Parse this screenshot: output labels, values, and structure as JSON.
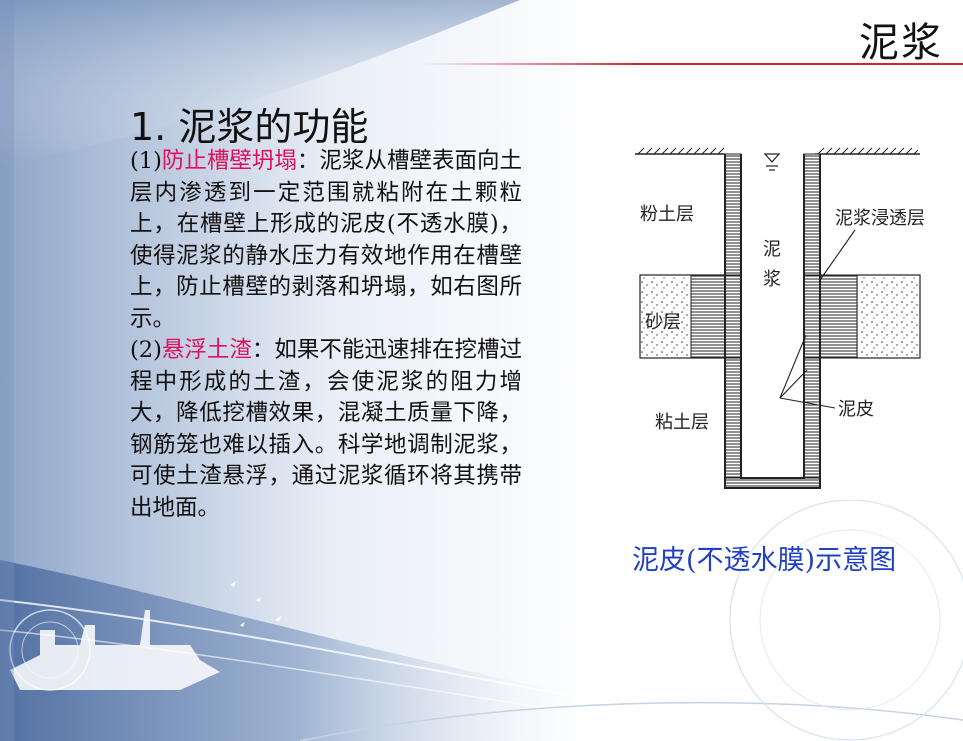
{
  "header": {
    "title": "泥浆"
  },
  "section": {
    "heading": "1. 泥浆的功能"
  },
  "paragraphs": [
    {
      "prefix": "(1)",
      "highlight": "防止槽壁坍塌",
      "text": "：泥浆从槽壁表面向土层内渗透到一定范围就粘附在土颗粒上，在槽壁上形成的泥皮(不透水膜)，使得泥浆的静水压力有效地作用在槽壁上，防止槽壁的剥落和坍塌，如右图所示。"
    },
    {
      "prefix": "(2)",
      "highlight": "悬浮土渣",
      "text": "：如果不能迅速排在挖槽过程中形成的土渣，会使泥浆的阻力增大，降低挖槽效果，混凝土质量下降，钢筋笼也难以插入。科学地调制泥浆，可使土渣悬浮，通过泥浆循环将其携带出地面。"
    }
  ],
  "figure": {
    "labels": {
      "silt": "粉土层",
      "penetration": "泥浆浸透层",
      "slurry_1": "泥",
      "slurry_2": "浆",
      "sand": "砂层",
      "clay": "粘土层",
      "filter_cake": "泥皮"
    },
    "caption": "泥皮(不透水膜)示意图"
  },
  "colors": {
    "highlight": "#e0105f",
    "caption": "#1f3fc4",
    "rule": "#d6203c"
  }
}
